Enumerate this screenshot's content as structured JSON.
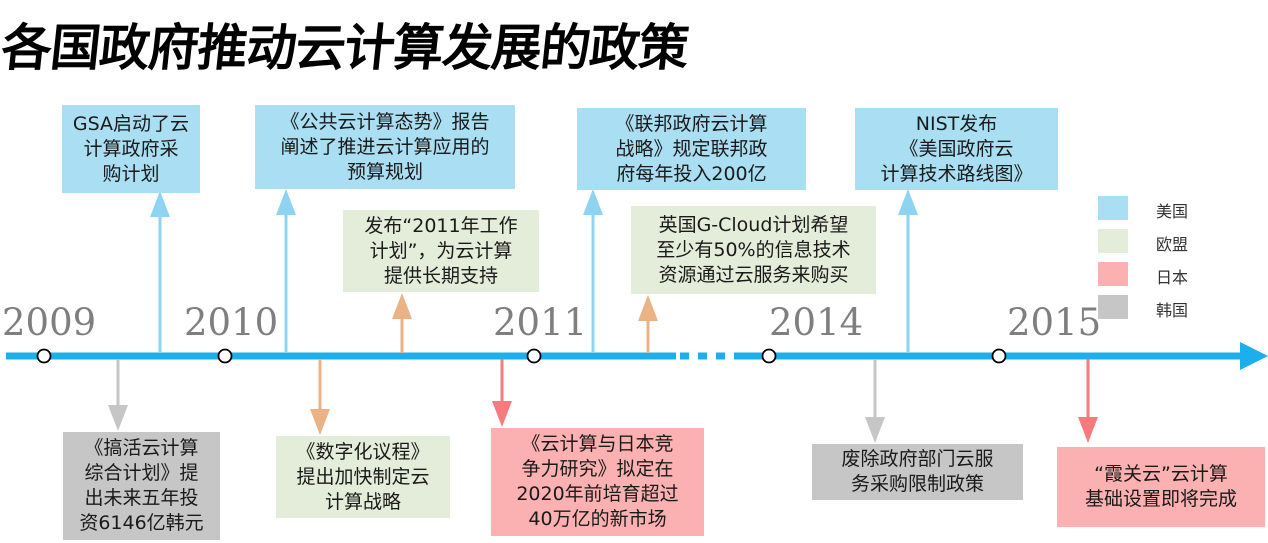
{
  "title": "各国政府推动云计算发展的政策",
  "colors": {
    "axis": "#1bb0ec",
    "us": "#a9def3",
    "us_arrow": "#8ed4f1",
    "eu": "#e4ecda",
    "eu_arrow": "#ebb285",
    "jp": "#fbb1b1",
    "jp_arrow": "#f77a7d",
    "kr": "#c6c6c6",
    "kr_arrow": "#c6c6c6"
  },
  "years": [
    "2009",
    "2010",
    "2011",
    "2014",
    "2015"
  ],
  "events": [
    {
      "country": "us",
      "year": "2009",
      "text": "GSA启动了云\n计算政府采\n购计划"
    },
    {
      "country": "kr",
      "year": "2009",
      "text": "《搞活云计算\n综合计划》提\n出未来五年投\n资6146亿韩元"
    },
    {
      "country": "us",
      "year": "2010",
      "text": "《公共云计算态势》报告\n阐述了推进云计算应用的\n预算规划"
    },
    {
      "country": "eu",
      "year": "2010",
      "text": "《数字化议程》\n提出加快制定云\n计算战略"
    },
    {
      "country": "eu",
      "year": "2010",
      "text": "发布“2011年工作\n计划”，为云计算\n提供长期支持"
    },
    {
      "country": "jp",
      "year": "2010",
      "text": "《云计算与日本竞\n争力研究》拟定在\n2020年前培育超过\n40万亿的新市场"
    },
    {
      "country": "us",
      "year": "2011",
      "text": "《联邦政府云计算\n战略》规定联邦政\n府每年投入200亿"
    },
    {
      "country": "eu",
      "year": "2011",
      "text": "英国G-Cloud计划希望\n至少有50%的信息技术\n资源通过云服务来购买"
    },
    {
      "country": "kr",
      "year": "2014",
      "text": "废除政府部门云服\n务采购限制政策"
    },
    {
      "country": "us",
      "year": "2014",
      "text": "NIST发布\n《美国政府云\n计算技术路线图》"
    },
    {
      "country": "jp",
      "year": "2015",
      "text": "“霞关云”云计算\n基础设置即将完成"
    }
  ],
  "legend": [
    {
      "country": "us",
      "label": "美国"
    },
    {
      "country": "eu",
      "label": "欧盟"
    },
    {
      "country": "jp",
      "label": "日本"
    },
    {
      "country": "kr",
      "label": "韩国"
    }
  ]
}
